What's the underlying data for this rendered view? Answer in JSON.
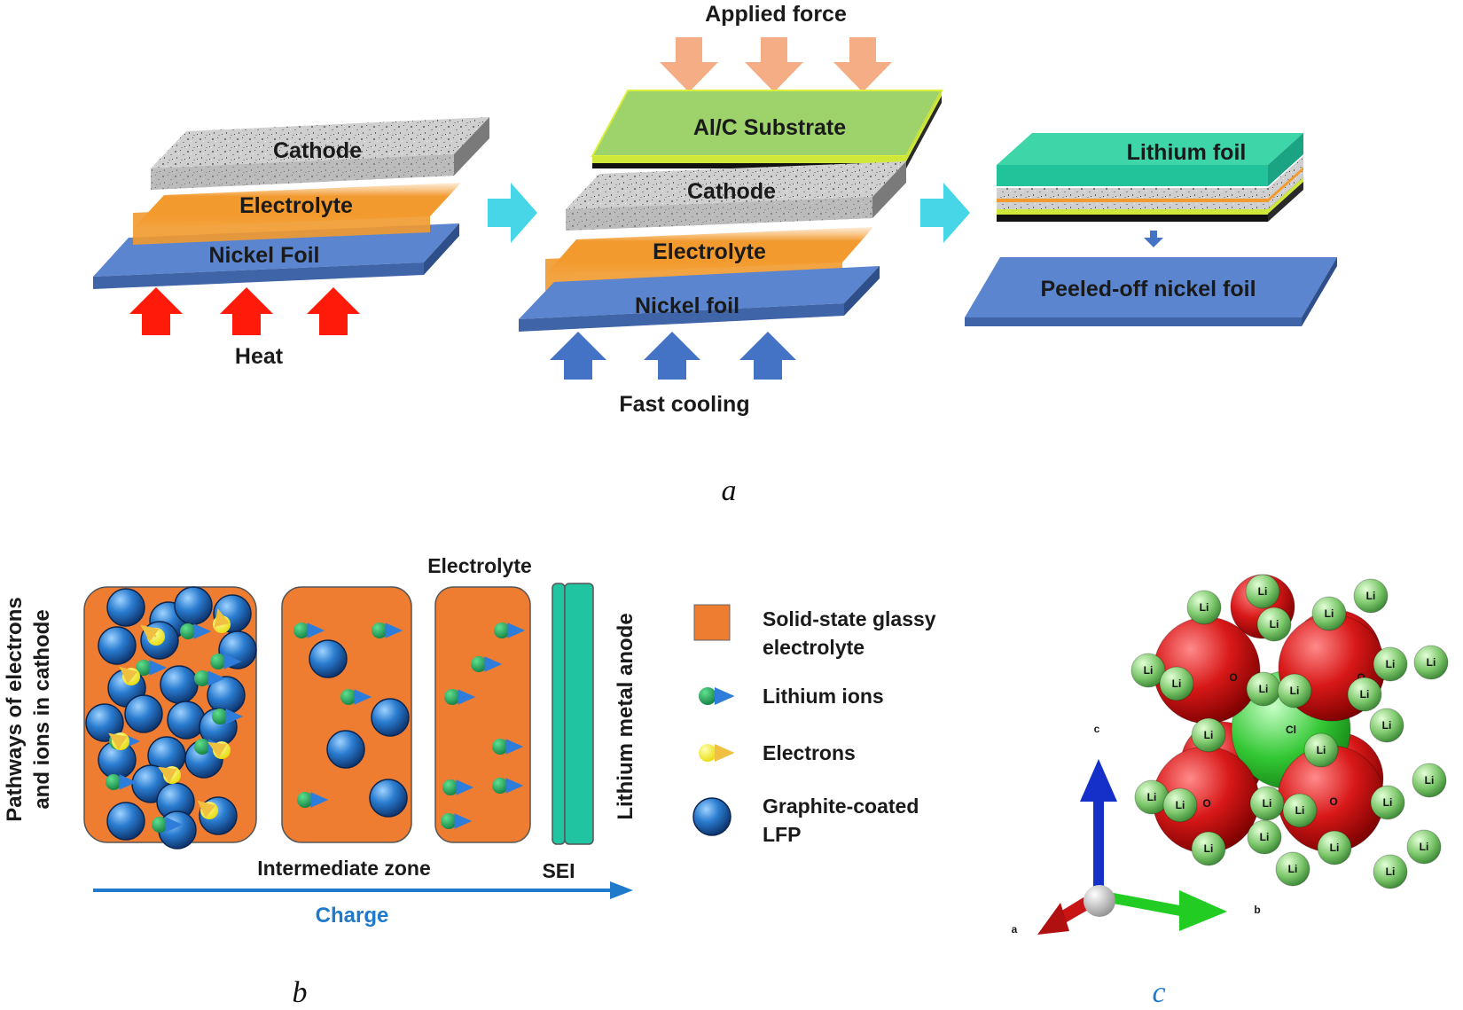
{
  "panel_a": {
    "caption": "a",
    "step1": {
      "top": "Cathode",
      "middle": "Electrolyte",
      "bottom": "Nickel Foil",
      "energy": "Heat"
    },
    "step2": {
      "force": "Applied force",
      "substrate": "Al/C Substrate",
      "top": "Cathode",
      "middle": "Electrolyte",
      "bottom": "Nickel foil",
      "energy": "Fast cooling"
    },
    "step3": {
      "top": "Lithium foil",
      "bottom": "Peeled-off nickel foil"
    }
  },
  "panel_b": {
    "caption": "b",
    "side_label_line1": "Pathways of electrons",
    "side_label_line2": "and ions in cathode",
    "electrolyte_label": "Electrolyte",
    "anode_label": "Lithium metal anode",
    "intermediate_label": "Intermediate zone",
    "sei_label": "SEI",
    "charge_label": "Charge",
    "legend": [
      {
        "label_line1": "Solid-state glassy",
        "label_line2": "electrolyte",
        "icon": "orange-square-icon"
      },
      {
        "label_line1": "Lithium ions",
        "label_line2": "",
        "icon": "green-ion-arrow-icon"
      },
      {
        "label_line1": "Electrons",
        "label_line2": "",
        "icon": "yellow-electron-arrow-icon"
      },
      {
        "label_line1": "Graphite-coated",
        "label_line2": "LFP",
        "icon": "blue-sphere-icon"
      }
    ],
    "colors": {
      "electrolyte": "#ee7d31",
      "ion": "#1ea355",
      "electron": "#ffff00",
      "particle": "#1f5fa8",
      "anode": "#20c4a0"
    }
  },
  "panel_c": {
    "caption": "c",
    "axis_a": "a",
    "axis_b": "b",
    "axis_c": "c",
    "atom_li": "Li",
    "atom_o": "O",
    "atom_cl": "Cl"
  }
}
